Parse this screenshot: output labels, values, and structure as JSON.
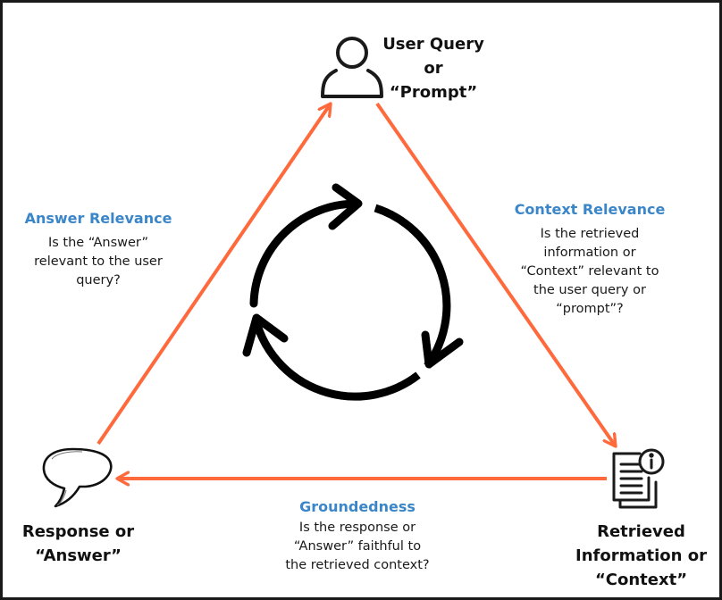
{
  "colors": {
    "edge": "#ff6a3d",
    "metric_title": "#3a86c8",
    "text": "#111111",
    "cycle": "#000000"
  },
  "nodes": {
    "user_query": {
      "icon": "user-icon",
      "lines": [
        "User Query",
        "or",
        "“Prompt”"
      ]
    },
    "retrieved_context": {
      "icon": "document-info-icon",
      "lines": [
        "Retrieved",
        "Information or",
        "“Context”"
      ]
    },
    "response": {
      "icon": "speech-bubble-icon",
      "lines": [
        "Response or",
        "“Answer”"
      ]
    }
  },
  "metrics": {
    "answer_relevance": {
      "title": "Answer Relevance",
      "desc": [
        "Is the “Answer”",
        "relevant to the user",
        "query?"
      ]
    },
    "context_relevance": {
      "title": "Context Relevance",
      "desc": [
        "Is the retrieved",
        "information or",
        "“Context” relevant to",
        "the user query or",
        "“prompt”?"
      ]
    },
    "groundedness": {
      "title": "Groundedness",
      "desc": [
        "Is the response or",
        "“Answer” faithful to",
        "the retrieved context?"
      ]
    }
  },
  "center_icon": "cycle-arrows-icon"
}
